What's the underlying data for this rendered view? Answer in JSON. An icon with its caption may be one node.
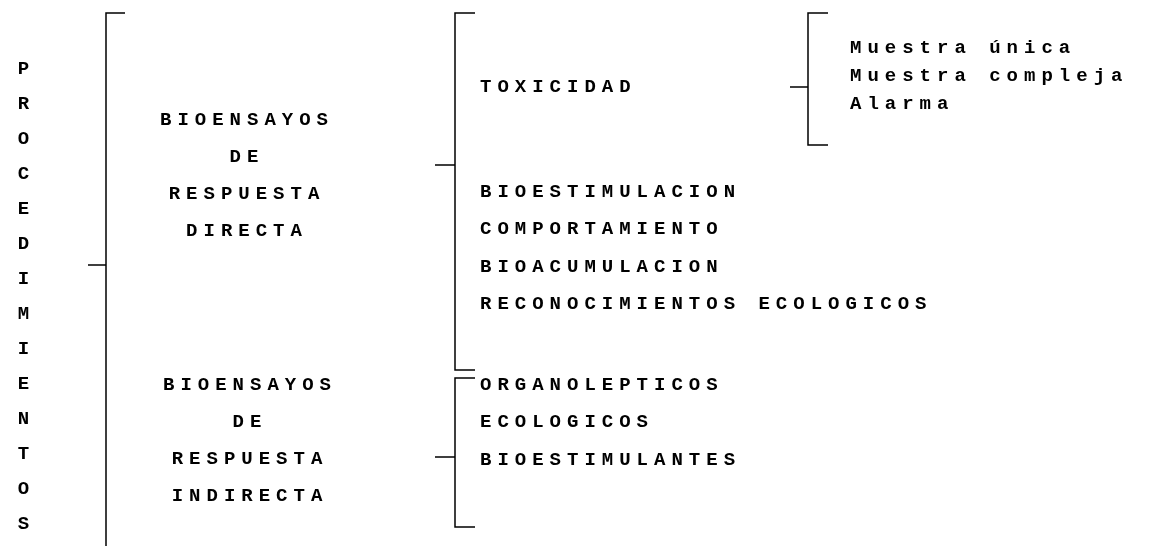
{
  "diagram": {
    "labels": [
      "PROCEDIMIENTOS",
      "BIOENSAYOS DE RESPUESTA DIRECTA",
      "TOXICIDAD",
      "Muestra única",
      "Muestra compleja",
      "Alarma",
      "BIOESTIMULACION",
      "COMPORTAMIENTO",
      "BIOACUMULACION",
      "RECONOCIMIENTOS ECOLOGICOS",
      "BIOENSAYOS DE RESPUESTA INDIRECTA",
      "ORGANOLEPTICOS",
      "ECOLOGICOS",
      "BIOESTIMULANTES"
    ]
  }
}
